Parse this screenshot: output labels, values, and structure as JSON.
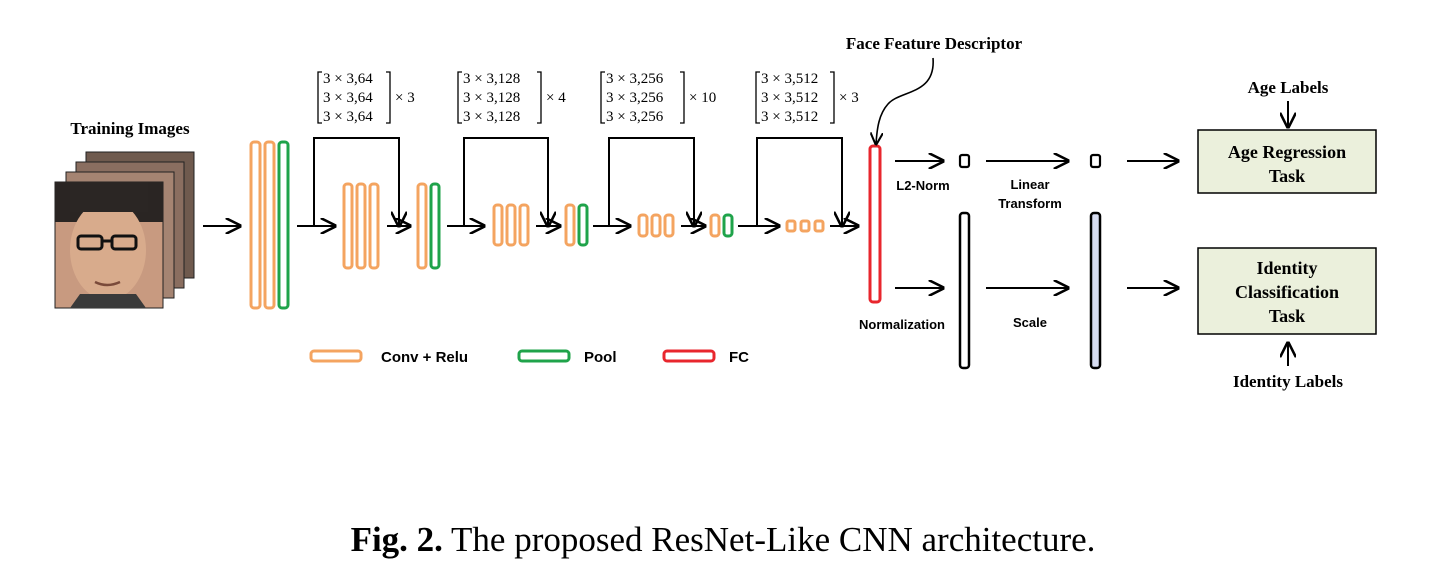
{
  "labels": {
    "training_images": "Training Images",
    "face_feature_descriptor": "Face Feature Descriptor",
    "age_labels": "Age Labels",
    "identity_labels": "Identity Labels",
    "l2_norm": "L2-Norm",
    "linear_transform_1": "Linear",
    "linear_transform_2": "Transform",
    "normalization": "Normalization",
    "scale": "Scale"
  },
  "tasks": {
    "age_line1": "Age Regression",
    "age_line2": "Task",
    "identity_line1": "Identity",
    "identity_line2": "Classification",
    "identity_line3": "Task"
  },
  "blocks": [
    {
      "rows": [
        "3 × 3,64",
        "3 × 3,64",
        "3 × 3,64"
      ],
      "mult": "× 3"
    },
    {
      "rows": [
        "3 × 3,128",
        "3 × 3,128",
        "3 × 3,128"
      ],
      "mult": "× 4"
    },
    {
      "rows": [
        "3 × 3,256",
        "3 × 3,256",
        "3 × 3,256"
      ],
      "mult": "× 10"
    },
    {
      "rows": [
        "3 × 3,512",
        "3 × 3,512",
        "3 × 3,512"
      ],
      "mult": "× 3"
    }
  ],
  "legend": {
    "conv": "Conv + Relu",
    "pool": "Pool",
    "fc": "FC"
  },
  "caption": {
    "prefix": "Fig. 2.",
    "text": " The proposed ResNet-Like CNN architecture."
  },
  "colors": {
    "conv": "#f4a460",
    "pool": "#1fa34a",
    "fc": "#e8262d",
    "task_fill": "#ebf0dc",
    "vector_fill": "#d6dcf0"
  }
}
